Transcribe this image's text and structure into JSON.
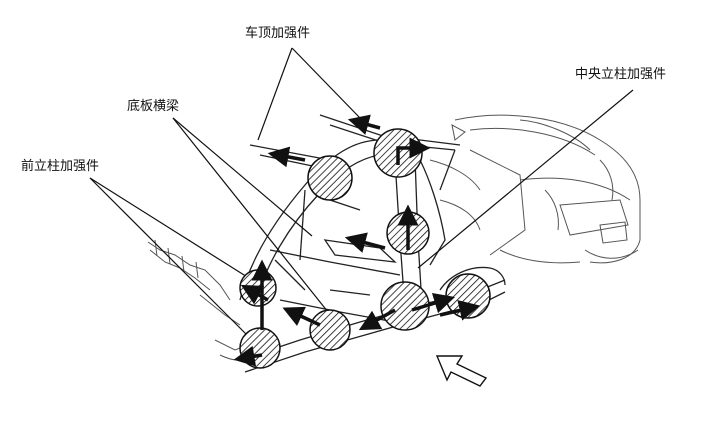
{
  "labels": {
    "roof": "车顶加强件",
    "floor": "底板横梁",
    "front_pillar": "前立柱加强件",
    "center_pillar": "中央立柱加强件"
  },
  "colors": {
    "line": "#1a1a1a",
    "body": "#333333",
    "fill": "#ffffff"
  }
}
